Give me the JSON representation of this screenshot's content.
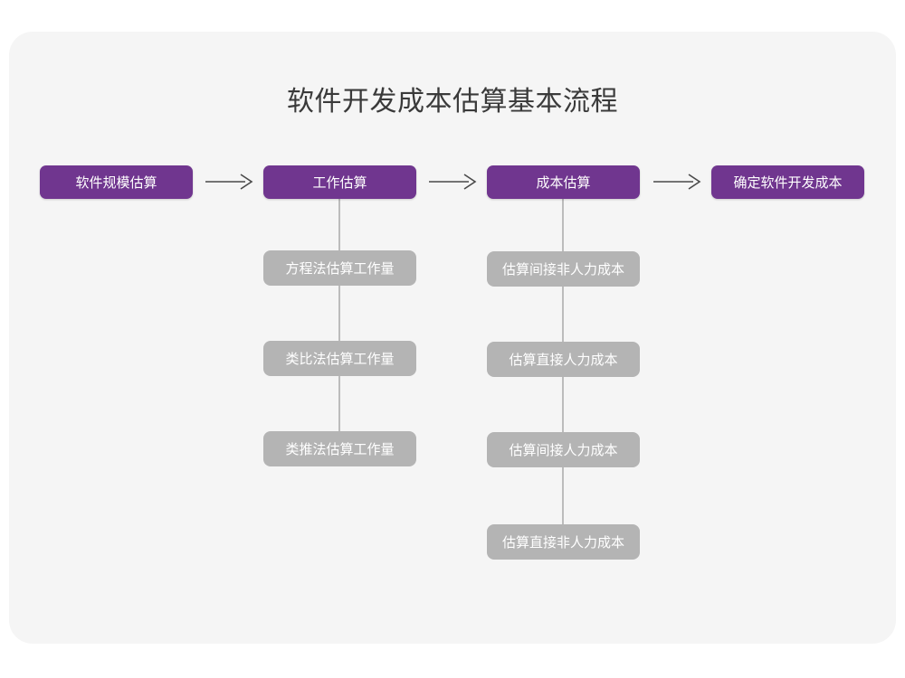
{
  "title": "软件开发成本估算基本流程",
  "colors": {
    "page_background": "#ffffff",
    "card_background": "#f5f5f5",
    "primary_node": "#70368f",
    "secondary_node": "#b4b4b4",
    "connector": "#bcbcbc",
    "arrow": "#4a4a4a",
    "title_text": "#3a3a3a",
    "node_text": "#ffffff"
  },
  "flow": {
    "main_steps": [
      {
        "id": "p1",
        "label": "软件规模估算"
      },
      {
        "id": "p2",
        "label": "工作估算"
      },
      {
        "id": "p3",
        "label": "成本估算"
      },
      {
        "id": "p4",
        "label": "确定软件开发成本"
      }
    ],
    "arrows": [
      {
        "id": "arrow-1",
        "glyph": "arrow-right-icon"
      },
      {
        "id": "arrow-2",
        "glyph": "arrow-right-icon"
      },
      {
        "id": "arrow-3",
        "glyph": "arrow-right-icon"
      }
    ],
    "branches": [
      {
        "parent": "工作估算",
        "items": [
          {
            "id": "b1",
            "label": "方程法估算工作量"
          },
          {
            "id": "b2",
            "label": "类比法估算工作量"
          },
          {
            "id": "b3",
            "label": "类推法估算工作量"
          }
        ]
      },
      {
        "parent": "成本估算",
        "items": [
          {
            "id": "c1",
            "label": "估算间接非人力成本"
          },
          {
            "id": "c2",
            "label": "估算直接人力成本"
          },
          {
            "id": "c3",
            "label": "估算间接人力成本"
          },
          {
            "id": "c4",
            "label": "估算直接非人力成本"
          }
        ]
      }
    ]
  }
}
